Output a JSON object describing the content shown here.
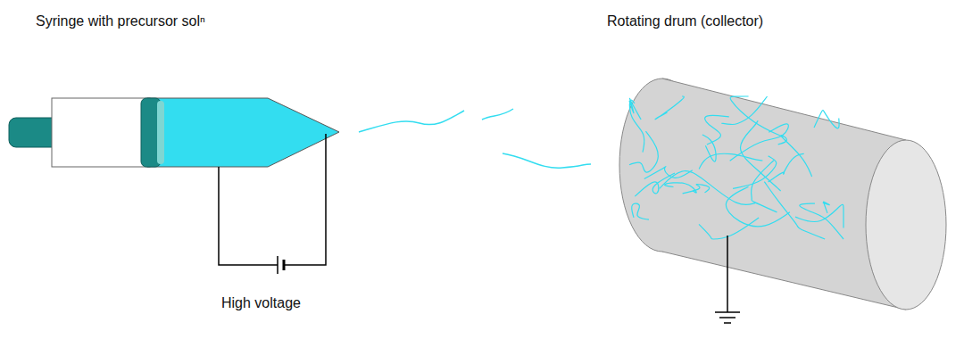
{
  "diagram": {
    "labels": [
      "Syringe with precursor solⁿ",
      "Rotating drum (collector)",
      "High voltage"
    ]
  }
}
